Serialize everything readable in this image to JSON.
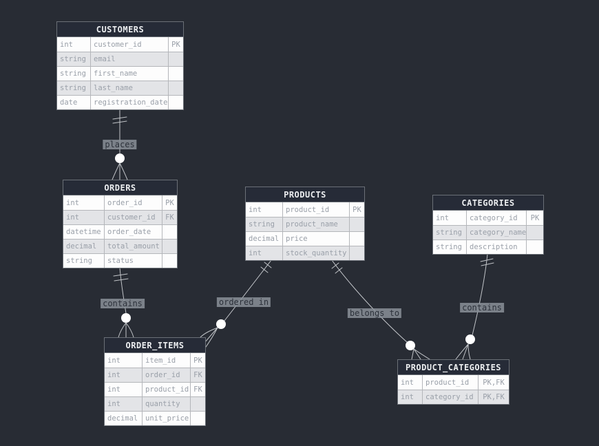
{
  "colors": {
    "canvas_bg": "#282c34",
    "table_header_bg": "#262b37",
    "table_header_text": "#eceef0",
    "row_bg": "#fdfdfd",
    "row_alt_bg": "#e3e4e7",
    "cell_text": "#999fa8",
    "wire": "#c2c5c9",
    "label_bg": "#8a9099",
    "label_text": "#2c313a"
  },
  "tables": [
    {
      "id": "customers",
      "title": "CUSTOMERS",
      "rows": [
        {
          "type": "int",
          "name": "customer_id",
          "key": "PK"
        },
        {
          "type": "string",
          "name": "email",
          "key": ""
        },
        {
          "type": "string",
          "name": "first_name",
          "key": ""
        },
        {
          "type": "string",
          "name": "last_name",
          "key": ""
        },
        {
          "type": "date",
          "name": "registration_date",
          "key": ""
        }
      ]
    },
    {
      "id": "orders",
      "title": "ORDERS",
      "rows": [
        {
          "type": "int",
          "name": "order_id",
          "key": "PK"
        },
        {
          "type": "int",
          "name": "customer_id",
          "key": "FK"
        },
        {
          "type": "datetime",
          "name": "order_date",
          "key": ""
        },
        {
          "type": "decimal",
          "name": "total_amount",
          "key": ""
        },
        {
          "type": "string",
          "name": "status",
          "key": ""
        }
      ]
    },
    {
      "id": "products",
      "title": "PRODUCTS",
      "rows": [
        {
          "type": "int",
          "name": "product_id",
          "key": "PK"
        },
        {
          "type": "string",
          "name": "product_name",
          "key": ""
        },
        {
          "type": "decimal",
          "name": "price",
          "key": ""
        },
        {
          "type": "int",
          "name": "stock_quantity",
          "key": ""
        }
      ]
    },
    {
      "id": "categories",
      "title": "CATEGORIES",
      "rows": [
        {
          "type": "int",
          "name": "category_id",
          "key": "PK"
        },
        {
          "type": "string",
          "name": "category_name",
          "key": ""
        },
        {
          "type": "string",
          "name": "description",
          "key": ""
        }
      ]
    },
    {
      "id": "order_items",
      "title": "ORDER_ITEMS",
      "rows": [
        {
          "type": "int",
          "name": "item_id",
          "key": "PK"
        },
        {
          "type": "int",
          "name": "order_id",
          "key": "FK"
        },
        {
          "type": "int",
          "name": "product_id",
          "key": "FK"
        },
        {
          "type": "int",
          "name": "quantity",
          "key": ""
        },
        {
          "type": "decimal",
          "name": "unit_price",
          "key": ""
        }
      ]
    },
    {
      "id": "product_categories",
      "title": "PRODUCT_CATEGORIES",
      "rows": [
        {
          "type": "int",
          "name": "product_id",
          "key": "PK,FK"
        },
        {
          "type": "int",
          "name": "category_id",
          "key": "PK,FK"
        }
      ]
    }
  ],
  "relationships": [
    {
      "id": "places",
      "label": "places",
      "from": "CUSTOMERS",
      "to": "ORDERS"
    },
    {
      "id": "contains-orders",
      "label": "contains",
      "from": "ORDERS",
      "to": "ORDER_ITEMS"
    },
    {
      "id": "ordered-in",
      "label": "ordered in",
      "from": "PRODUCTS",
      "to": "ORDER_ITEMS"
    },
    {
      "id": "belongs-to",
      "label": "belongs to",
      "from": "PRODUCTS",
      "to": "PRODUCT_CATEGORIES"
    },
    {
      "id": "contains-categories",
      "label": "contains",
      "from": "CATEGORIES",
      "to": "PRODUCT_CATEGORIES"
    }
  ]
}
